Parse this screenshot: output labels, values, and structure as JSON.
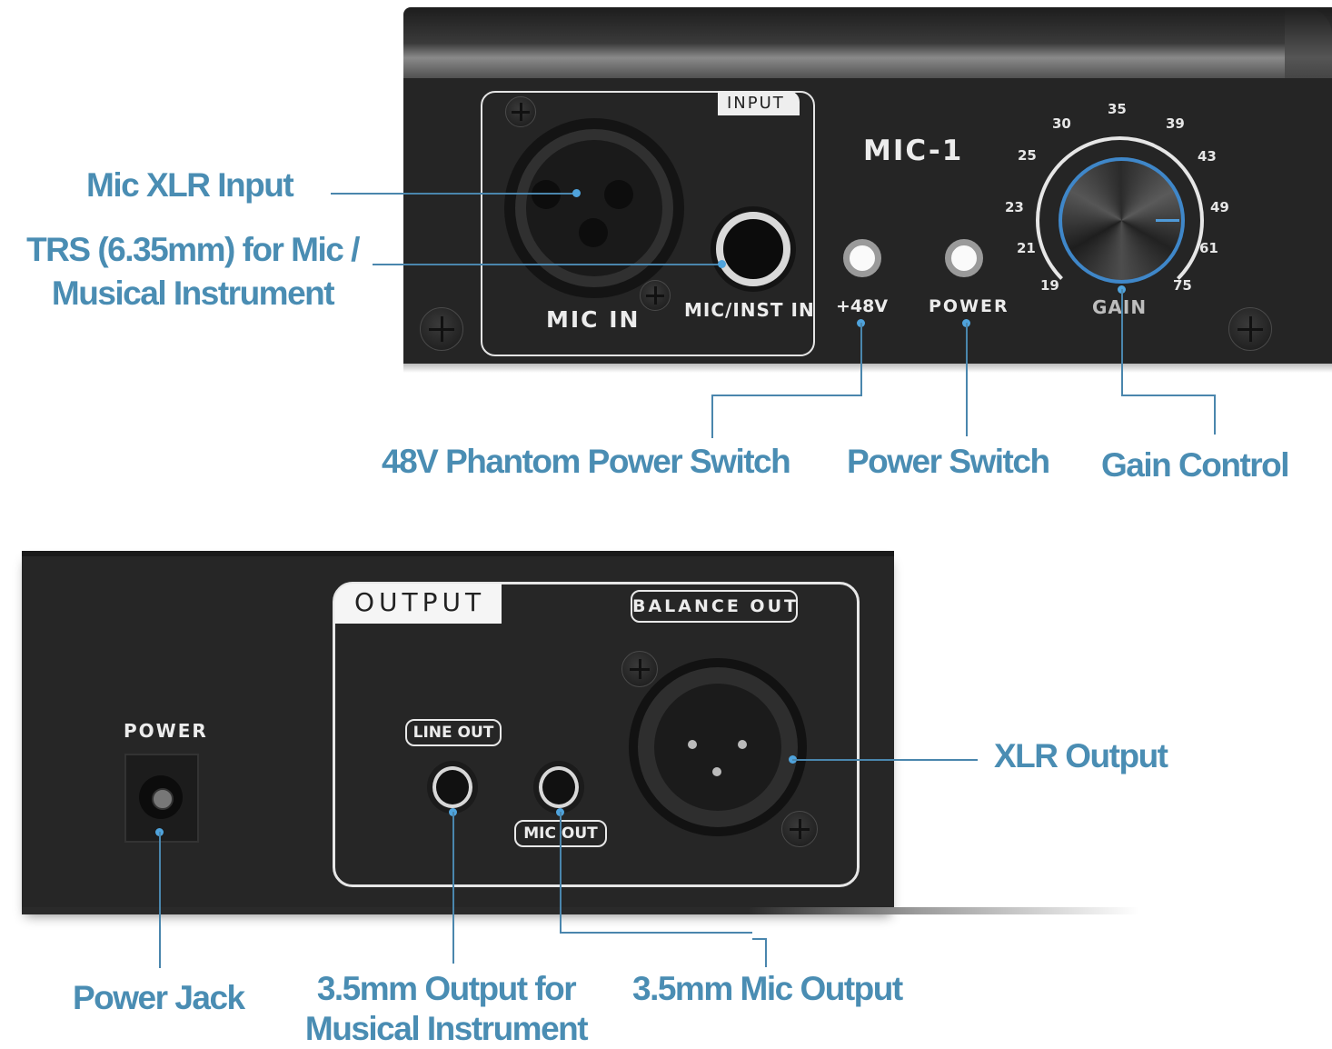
{
  "front_panel": {
    "model_label": "MIC-1",
    "input_tab_label": "INPUT",
    "mic_in_label": "MIC IN",
    "mic_inst_in_label": "MIC/INST IN",
    "phantom_label": "+48V",
    "power_label": "POWER",
    "gain_label": "GAIN",
    "gain_scale": [
      "19",
      "21",
      "23",
      "25",
      "30",
      "35",
      "39",
      "43",
      "49",
      "61",
      "75"
    ]
  },
  "rear_panel": {
    "output_tab_label": "OUTPUT",
    "balance_out_label": "BALANCE OUT",
    "line_out_label": "LINE OUT",
    "mic_out_label": "MIC OUT",
    "power_label": "POWER"
  },
  "callouts": {
    "mic_xlr_input": "Mic XLR Input",
    "trs_line1": "TRS (6.35mm) for Mic /",
    "trs_line2": "Musical Instrument",
    "phantom_switch": "48V Phantom Power Switch",
    "power_switch": "Power Switch",
    "gain_control": "Gain Control",
    "xlr_output": "XLR Output",
    "power_jack": "Power Jack",
    "out35_line1": "3.5mm Output for",
    "out35_line2": "Musical Instrument",
    "mic_output_35": "3.5mm Mic Output"
  },
  "colors": {
    "callout_text": "#4a8db3",
    "leader_line": "#4a86ad",
    "leader_dot": "#4fa3dc",
    "gain_ring": "#3f87c9",
    "device_body": "#262626"
  }
}
